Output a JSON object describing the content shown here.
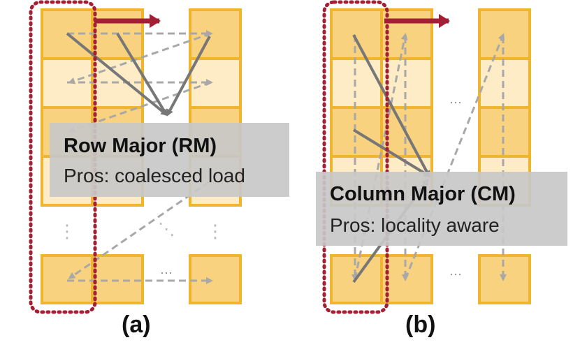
{
  "panel_a": {
    "caption": "(a)",
    "title": "Row Major (RM)",
    "subtitle": "Pros: coalesced load",
    "dots_vertical": "⋮",
    "dots_diagonal": "⋱",
    "dots_horizontal": "···"
  },
  "panel_b": {
    "caption": "(b)",
    "title": "Column Major (CM)",
    "subtitle": "Pros: locality aware",
    "dots_mid": "···",
    "dots_bottom": "···"
  },
  "colors": {
    "cell_fill": "#f9d27f",
    "cell_light": "#fdecc6",
    "cell_border": "#f0b52e",
    "highlight_dotted": "#a31f34",
    "arrow_red": "#a31f34",
    "arrow_solid": "#777777",
    "arrow_dashed": "#a8a8a8",
    "label_box": "#c8c8c8"
  }
}
